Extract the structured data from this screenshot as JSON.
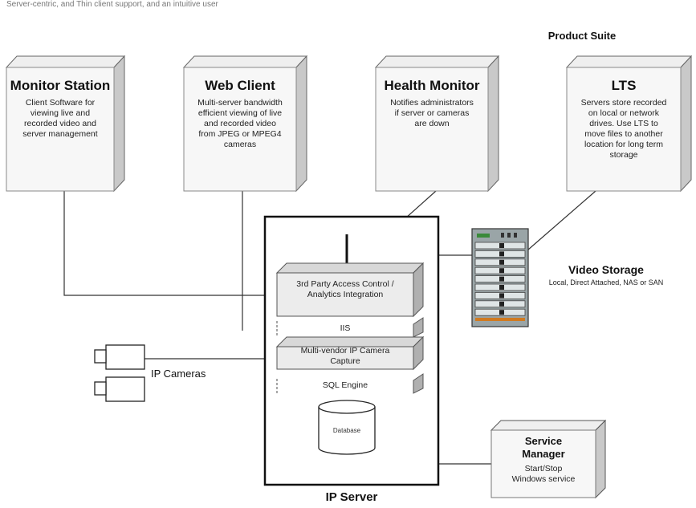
{
  "header": {
    "top_left_text": "Server-centric, and Thin client support, and an intuitive user",
    "product_suite": "Product Suite"
  },
  "suite": [
    {
      "title": "Monitor Station",
      "desc": [
        "Client Software for",
        "viewing live and",
        "recorded video and",
        "server management"
      ]
    },
    {
      "title": "Web Client",
      "desc": [
        "Multi-server bandwidth",
        "efficient viewing of live",
        "and recorded video",
        "from JPEG or MPEG4",
        "cameras"
      ]
    },
    {
      "title": "Health Monitor",
      "desc": [
        "Notifies administrators",
        "if server or cameras",
        "are down"
      ]
    },
    {
      "title": "LTS",
      "desc": [
        "Servers store recorded",
        "on local or network",
        "drives. Use LTS to",
        "move files to another",
        "location for long term",
        "storage"
      ]
    }
  ],
  "ip_server": {
    "label": "IP Server",
    "layers": [
      [
        "3rd Party Access Control /",
        "Analytics Integration"
      ],
      [
        "IIS"
      ],
      [
        "Multi-vendor IP Camera",
        "Capture"
      ],
      [
        "SQL Engine"
      ]
    ],
    "database": "Database"
  },
  "video_storage": {
    "title": "Video Storage",
    "sub": "Local, Direct Attached, NAS or SAN"
  },
  "ip_cameras": "IP Cameras",
  "service_manager": {
    "title": [
      "Service",
      "Manager"
    ],
    "desc": [
      "Start/Stop",
      "Windows service"
    ]
  }
}
